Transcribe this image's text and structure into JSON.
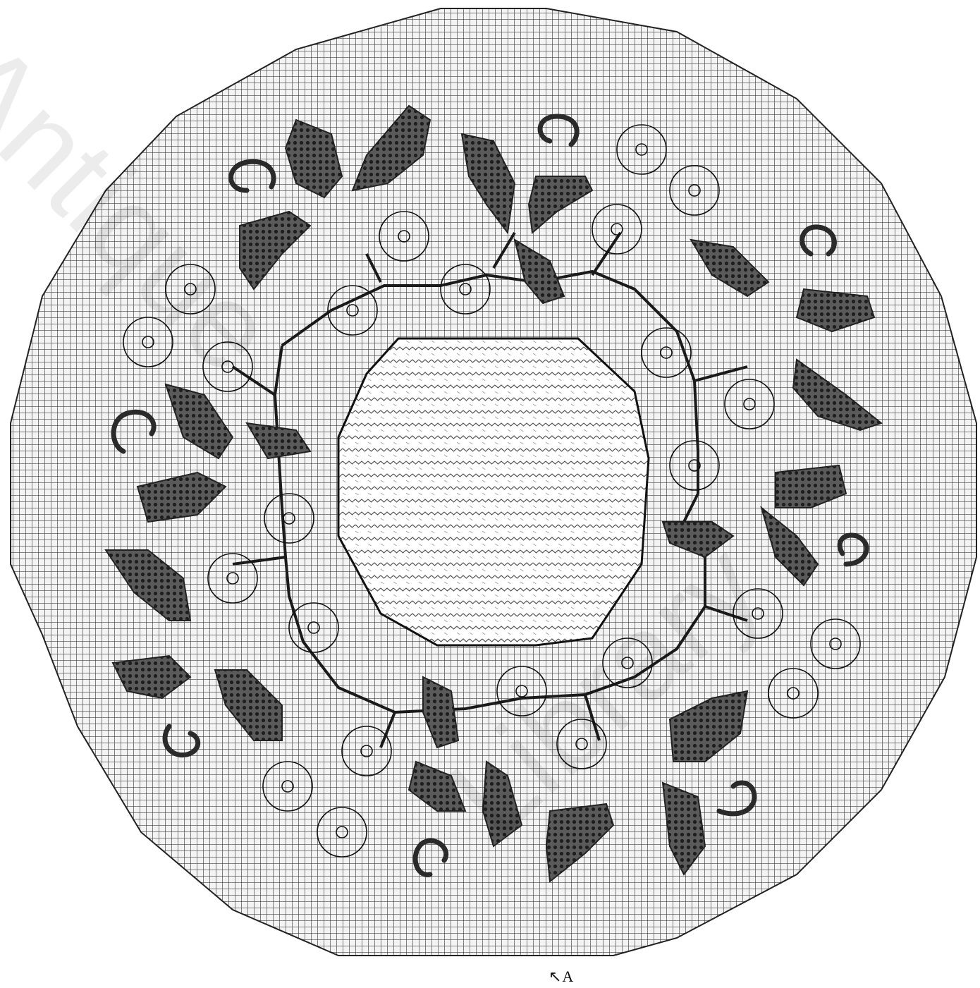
{
  "figure": {
    "type": "filet crochet chart",
    "motif": "round doily with leaves, tendrils and grape-like circles around a solid center",
    "start_marker": "↖A",
    "watermark_1": "Antique",
    "watermark_2": "Library",
    "colors": {
      "background": "#ffffff",
      "grid": "#3a3a3a",
      "filled": "#333333",
      "line": "#111111"
    }
  }
}
